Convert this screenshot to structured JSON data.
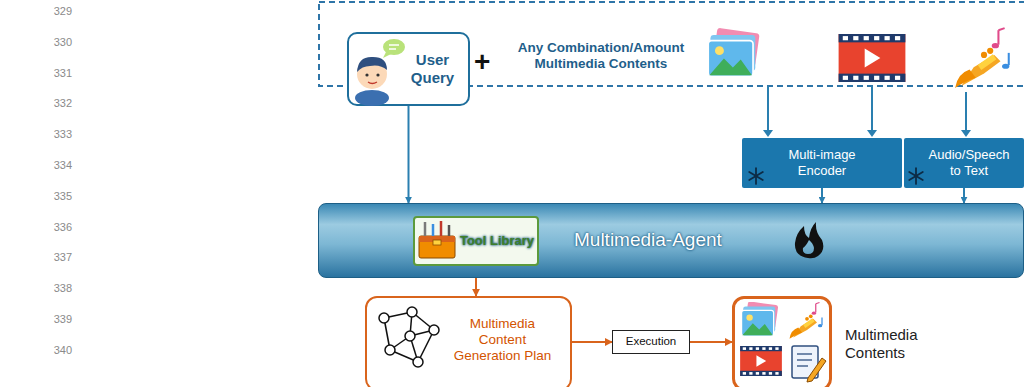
{
  "diagram": {
    "nodes": [
      {
        "text": [
          "User Query"
        ]
      },
      {
        "text": [
          "Multi-image Encoder"
        ]
      },
      {
        "text": [
          "Audio/Speech to Text"
        ]
      },
      {
        "text": [
          "Multimedia-Agent"
        ]
      },
      {
        "text": [
          "Tool Library"
        ],
        "in": 3
      },
      {
        "text": [
          "Multimedia Content Generation Plan"
        ]
      },
      {
        "text": [
          "Execution"
        ]
      },
      {
        "text": [
          "Multimedia Contents"
        ]
      }
    ],
    "edges": [
      {
        "from": 0,
        "to": 3,
        "arrow": "to"
      },
      {
        "from": 1,
        "to": 3,
        "arrow": "to"
      },
      {
        "from": 2,
        "to": 3,
        "arrow": "to"
      },
      {
        "from": 4,
        "to": 5,
        "arrow": "to"
      },
      {
        "from": 5,
        "to": 6,
        "arrow": "to"
      },
      {
        "from": 6,
        "to": 7,
        "arrow": "to"
      }
    ],
    "labels": [
      "329",
      "330",
      "331",
      "332",
      "333",
      "334",
      "335",
      "336",
      "337",
      "338",
      "339",
      "340",
      "+",
      "Any Combination/Amount Multimedia Contents"
    ]
  }
}
